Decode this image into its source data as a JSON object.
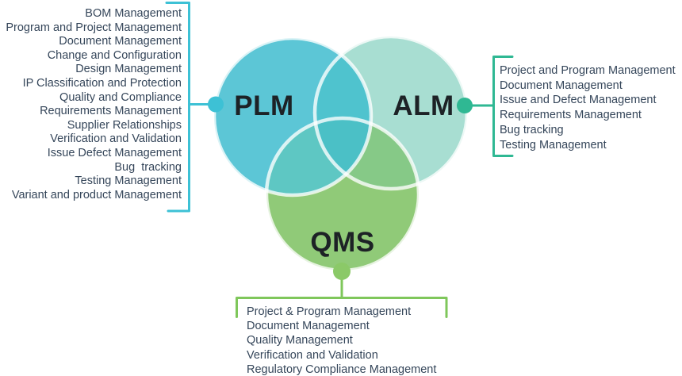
{
  "labels": {
    "plm": "PLM",
    "alm": "ALM",
    "qms": "QMS"
  },
  "colors": {
    "plm_circle": "#5cc6d6",
    "alm_circle": "#a8ded2",
    "qms_circle": "#90ca78",
    "plm_alm_overlap": "#4fc3ce",
    "plm_qms_overlap": "#5ec7c3",
    "alm_qms_overlap": "#86c987",
    "center_overlap": "#4bc0c6",
    "plm_accent": "#3dc1d5",
    "alm_accent": "#2fb893",
    "qms_accent": "#7fc75b",
    "qms_dot": "#8bc968",
    "list_text": "#35465a",
    "label_text": "#1d2226"
  },
  "lists": {
    "plm": {
      "items": [
        "BOM Management",
        "Program and Project Management",
        "Document Management",
        "Change and Configuration",
        "Design Management",
        "IP Classification and Protection",
        "Quality and Compliance",
        "Requirements Management",
        "Supplier Relationships",
        "Verification and Validation",
        "Issue Defect Management",
        "Bug  tracking",
        "Testing Management",
        "Variant and product Management"
      ]
    },
    "alm": {
      "items": [
        "Project and Program Management",
        "Document Management",
        "Issue and Defect Management",
        "Requirements Management",
        "Bug tracking",
        "Testing Management"
      ]
    },
    "qms": {
      "items": [
        "Project & Program Management",
        "Document Management",
        "Quality Management",
        "Verification and Validation",
        "Regulatory Compliance Management"
      ]
    }
  }
}
